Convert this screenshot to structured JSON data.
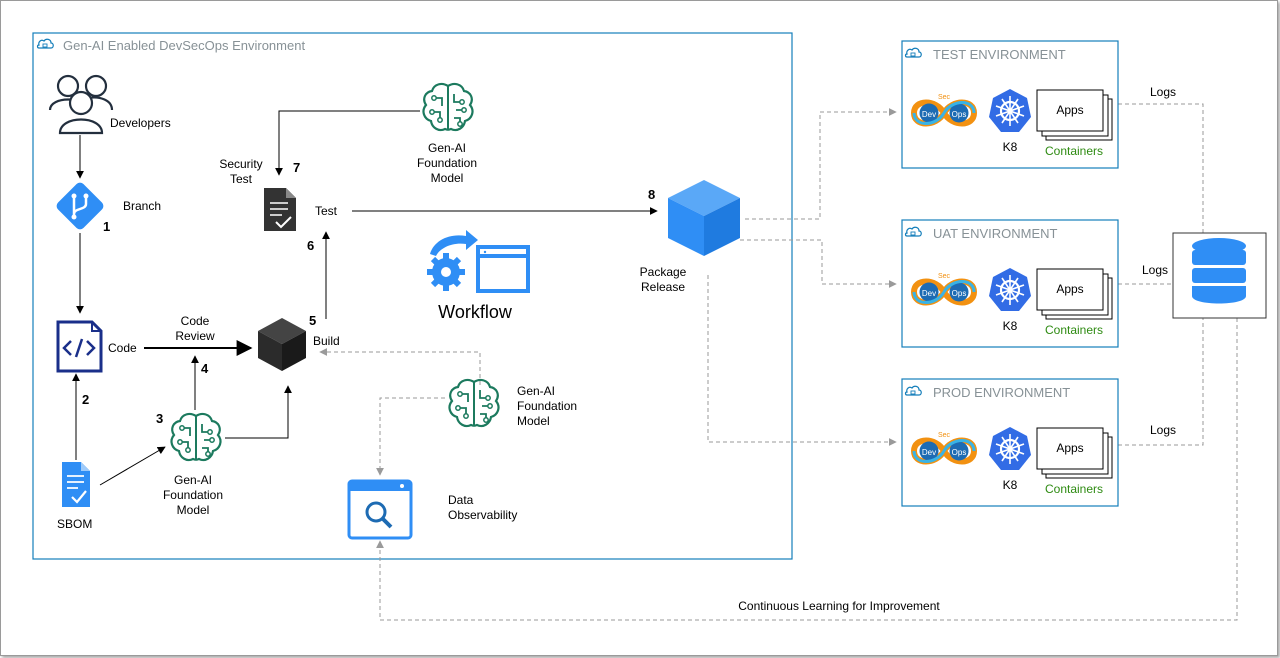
{
  "main_group": {
    "title": "Gen-AI Enabled DevSecOps Environment"
  },
  "nodes": {
    "developers": "Developers",
    "branch": "Branch",
    "code": "Code",
    "sbom": "SBOM",
    "code_review": [
      "Code",
      "Review"
    ],
    "build": "Build",
    "test": "Test",
    "security_test": [
      "Security",
      "Test"
    ],
    "genai_top": [
      "Gen-AI",
      "Foundation",
      "Model"
    ],
    "genai_bottom": [
      "Gen-AI",
      "Foundation",
      "Model"
    ],
    "genai_mid": [
      "Gen-AI",
      "Foundation",
      "Model"
    ],
    "workflow": "Workflow",
    "data_observability": [
      "Data",
      "Observability"
    ],
    "package_release": [
      "Package",
      "Release"
    ],
    "continuous_learning": "Continuous Learning for Improvement"
  },
  "steps": {
    "s1": "1",
    "s2": "2",
    "s3": "3",
    "s4": "4",
    "s5": "5",
    "s6": "6",
    "s7": "7",
    "s8": "8"
  },
  "environments": [
    {
      "title": "TEST ENVIRONMENT",
      "apps": "Apps",
      "k8": "K8",
      "containers": "Containers",
      "logs": "Logs"
    },
    {
      "title": "UAT ENVIRONMENT",
      "apps": "Apps",
      "k8": "K8",
      "containers": "Containers",
      "logs": "Logs"
    },
    {
      "title": "PROD ENVIRONMENT",
      "apps": "Apps",
      "k8": "K8",
      "containers": "Containers",
      "logs": "Logs"
    }
  ],
  "devops_logo": {
    "dev": "Dev",
    "sec": "Sec",
    "ops": "Ops"
  },
  "colors": {
    "aws_blue": "#147eba",
    "genai_green": "#1c7a5e",
    "package_blue": "#2f8ef5",
    "container_green": "#2e8b12",
    "group_gray": "#879196"
  }
}
